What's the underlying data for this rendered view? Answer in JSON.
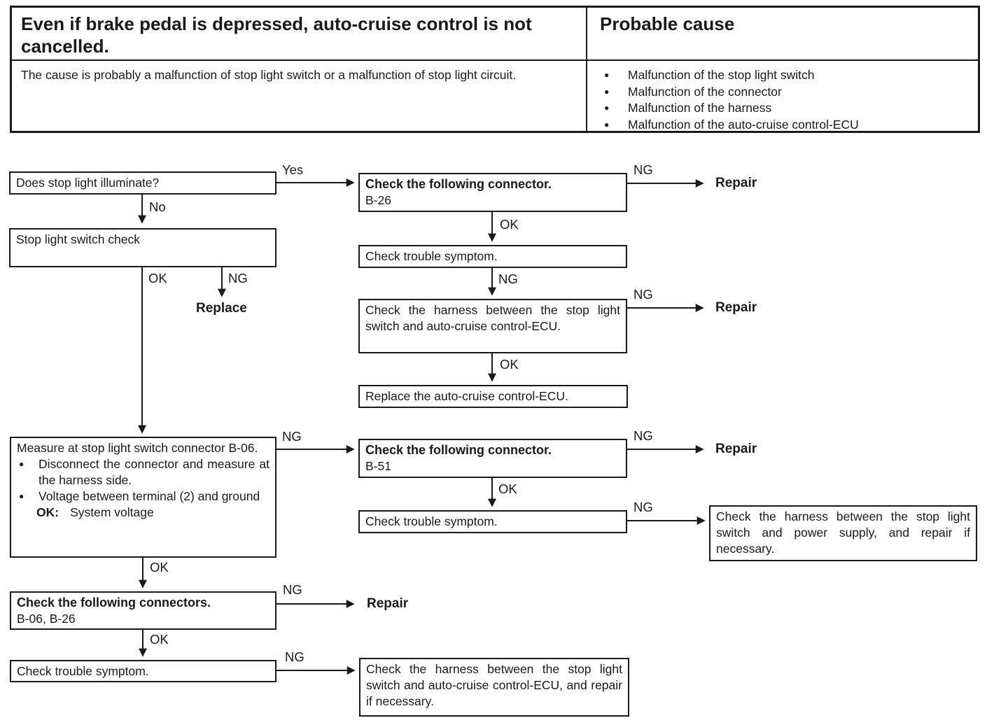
{
  "header": {
    "symptom_title": "Even if brake pedal is depressed, auto-cruise control is not cancelled.",
    "symptom_description": "The cause is probably a malfunction of stop light switch or a malfunction of stop light circuit.",
    "probable_cause_title": "Probable cause",
    "probable_causes": [
      "Malfunction of the stop light switch",
      "Malfunction of the connector",
      "Malfunction of the harness",
      "Malfunction of the auto-cruise control-ECU"
    ]
  },
  "labels": {
    "yes": "Yes",
    "no": "No",
    "ok": "OK",
    "ng": "NG",
    "repair": "Repair",
    "replace": "Replace"
  },
  "nodes": {
    "q_illuminate": "Does stop light illuminate?",
    "switch_check": "Stop light switch check",
    "conn_b26_title": "Check the following connector.",
    "conn_b26_id": "B-26",
    "symptom_1": "Check trouble symptom.",
    "harness_ecu": "Check the harness between the stop light switch and auto-cruise control-ECU.",
    "replace_ecu": "Replace the auto-cruise control-ECU.",
    "measure_title": "Measure at stop light switch connector B-06.",
    "measure_bullet_1": "Disconnect the connector and measure at the harness side.",
    "measure_bullet_2": "Voltage between terminal (2) and ground",
    "measure_ok_label": "OK:",
    "measure_ok_value": "System voltage",
    "conn_b51_title": "Check the following connector.",
    "conn_b51_id": "B-51",
    "symptom_2": "Check trouble symptom.",
    "harness_power": "Check the harness between the stop light switch and power supply, and repair if necessary.",
    "conn_b06_b26_title": "Check the following connectors.",
    "conn_b06_b26_id": "B-06, B-26",
    "symptom_3": "Check trouble symptom.",
    "harness_ecu_repair": "Check the harness between the stop light switch and auto-cruise control-ECU, and repair if necessary."
  },
  "colors": {
    "ink": "#1a1a1a",
    "paper": "#ffffff"
  }
}
